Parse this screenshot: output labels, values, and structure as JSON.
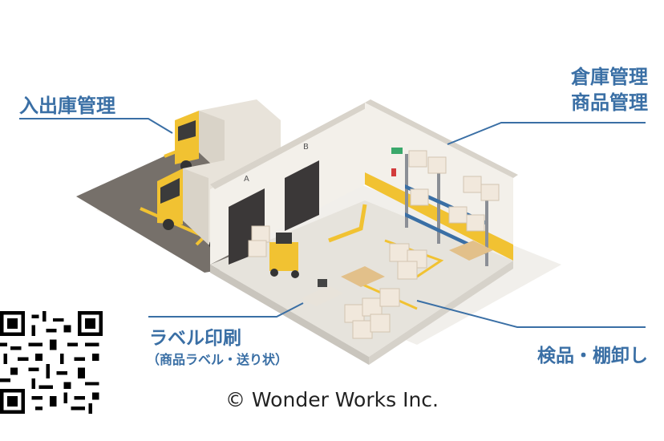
{
  "labels": {
    "inbound_outbound": "入出庫管理",
    "warehouse_line1": "倉庫管理",
    "warehouse_line2": "商品管理",
    "label_printing": "ラベル印刷",
    "label_printing_sub": "（商品ラベル・送り状）",
    "inspection": "検品・棚卸し"
  },
  "dock_letters": {
    "a": "A",
    "b": "B"
  },
  "copyright": "© Wonder Works Inc.",
  "colors": {
    "accent": "#3a6fa5",
    "truck_yellow": "#f1c232",
    "floor": "#e6e3dc",
    "asphalt": "#76706a",
    "wall": "#f3f0ea"
  }
}
